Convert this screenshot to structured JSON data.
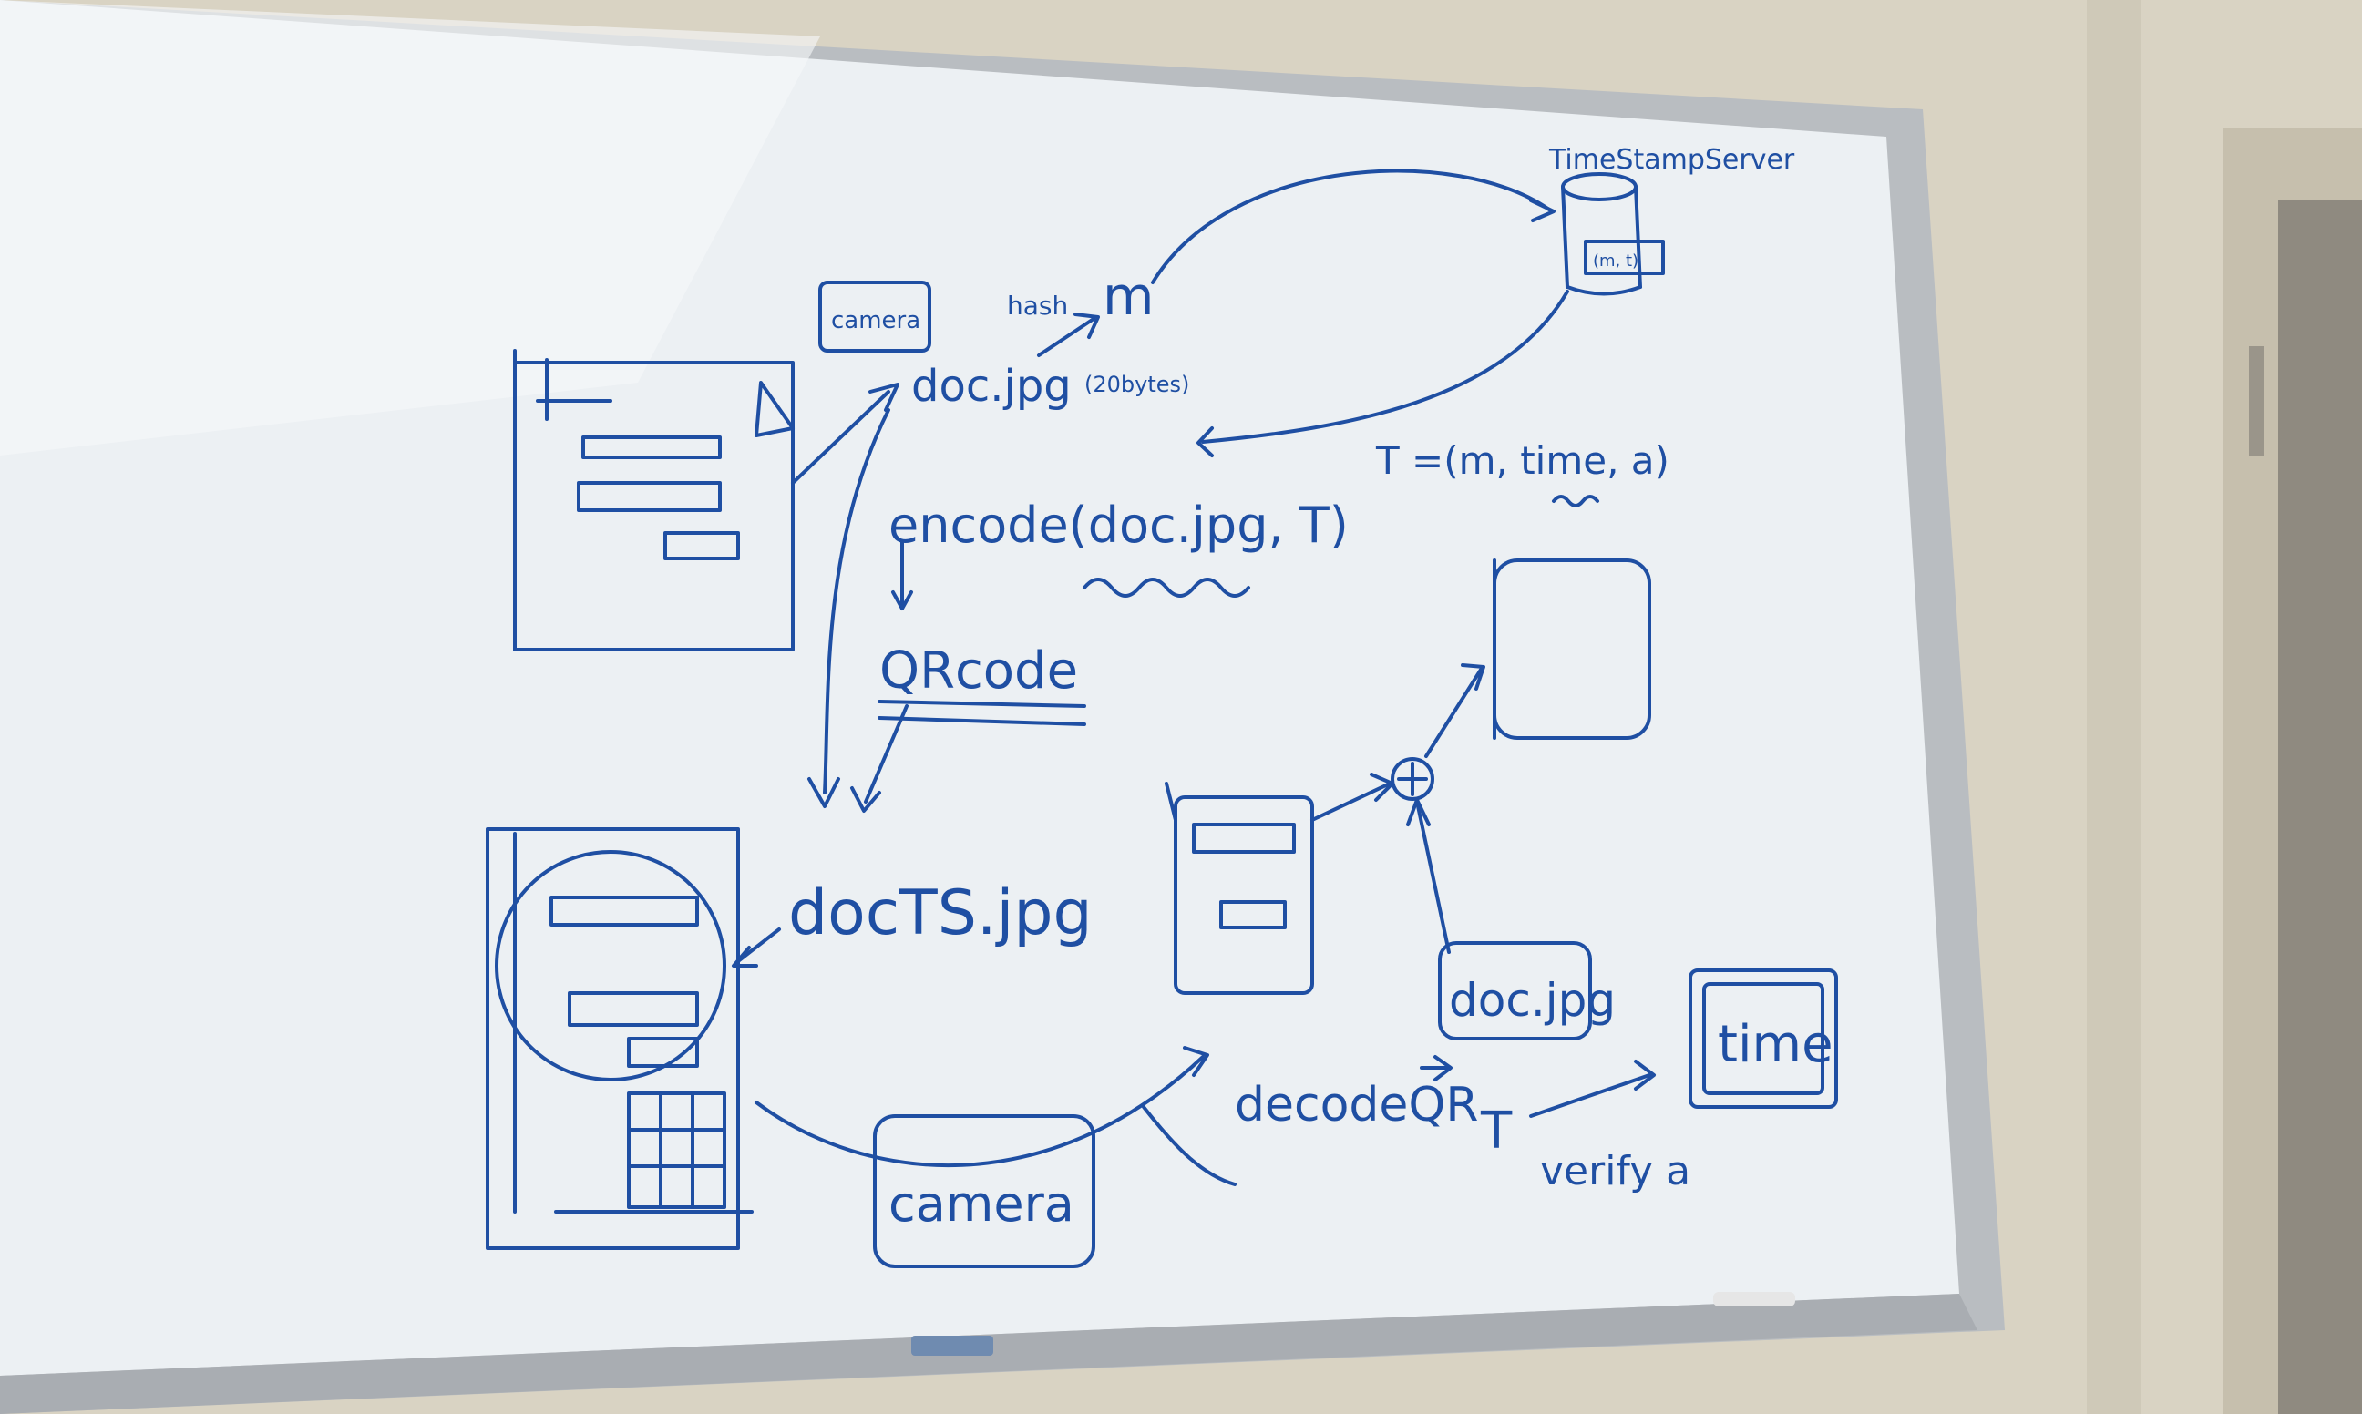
{
  "colors": {
    "wall": "#d8d2c2",
    "board": "#eef1f4",
    "frame": "#b8bcc2",
    "ink": "#1f4fa3"
  },
  "labels": {
    "camera_top": "camera",
    "hash": "hash",
    "m_top": "m",
    "bytes": "(20bytes)",
    "server": "TimeStampServer",
    "server_box": "(m, t)",
    "doc_jpg": "doc.jpg",
    "t_tuple": "T =(m, time, a)",
    "encode": "encode(doc.jpg, T)",
    "qrcode": "QRcode",
    "doc_ts": "docTS.jpg",
    "camera_bottom": "camera",
    "decode": "decodeQR",
    "doc_jpg_box": "doc.jpg",
    "t_bottom": "T",
    "verify": "verify a",
    "time": "time",
    "plus": "+"
  }
}
